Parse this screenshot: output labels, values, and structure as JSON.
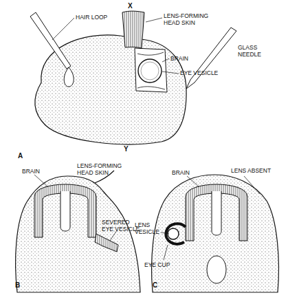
{
  "diagram": {
    "labels": [
      "HAIR LOOP",
      "LENS-FORMING HEAD SKIN",
      "X",
      "BRAIN",
      "GLASS NEEDLE",
      "EYE VESICLE",
      "Y",
      "A",
      "BRAIN",
      "LENS-FORMING HEAD SKIN",
      "SEVERED EYE VESICLE",
      "B",
      "LENS ABSENT",
      "BRAIN",
      "LENS VESICLE",
      "EYE CUP",
      "C"
    ]
  }
}
